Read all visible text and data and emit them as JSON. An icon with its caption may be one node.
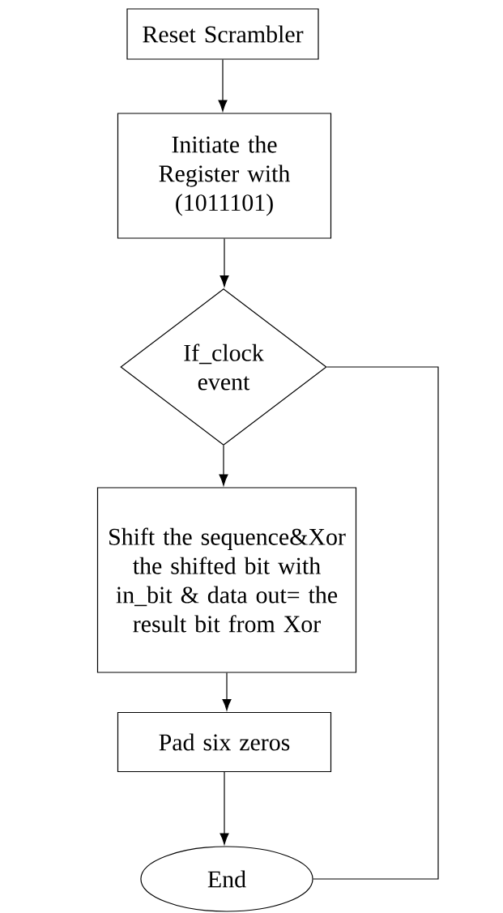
{
  "diagram": {
    "nodes": [
      {
        "text": [
          "Reset Scrambler"
        ]
      },
      {
        "text": [
          "Initiate the Register with (1011101)"
        ]
      },
      {
        "text": [
          "If_clock event"
        ]
      },
      {
        "text": [
          "Shift the sequence&Xor the shifted bit with in_bit & data out= the result bit from Xor"
        ]
      },
      {
        "text": [
          "Pad six zeros"
        ]
      },
      {
        "text": [
          "End"
        ]
      }
    ],
    "edges": [
      {
        "from": 0,
        "to": 1,
        "arrow": "to"
      },
      {
        "from": 1,
        "to": 2,
        "arrow": "to"
      },
      {
        "from": 2,
        "to": 3,
        "arrow": "to"
      },
      {
        "from": 3,
        "to": 4,
        "arrow": "to"
      },
      {
        "from": 4,
        "to": 5,
        "arrow": "to"
      },
      {
        "from": 2,
        "to": 5,
        "arrow": "none"
      }
    ]
  }
}
